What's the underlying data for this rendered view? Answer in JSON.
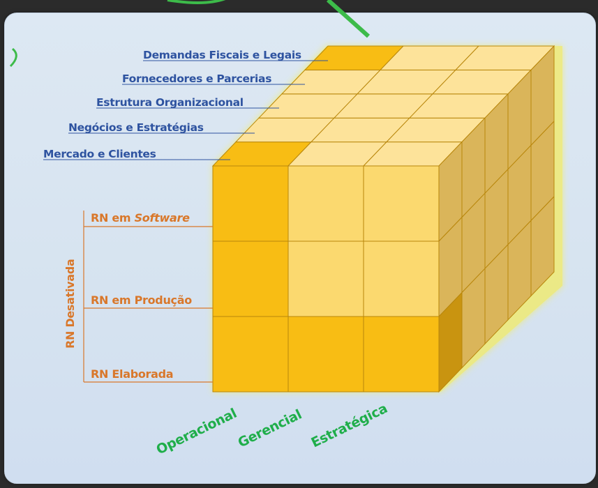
{
  "dimensions": [
    "Demandas Fiscais e Legais",
    "Fornecedores e Parcerias",
    "Estrutura Organizacional",
    "Negócios e Estratégias",
    "Mercado e Clientes"
  ],
  "states": {
    "software_prefix": "RN em ",
    "software_italic": "Software",
    "producao": "RN em Produção",
    "elaborada": "RN Elaborada",
    "desativada": "RN Desativada"
  },
  "levels": [
    "Operacional",
    "Gerencial",
    "Estratégica"
  ],
  "colors": {
    "gold": "#f8bd14",
    "gold_dark": "#d79a06",
    "pale": "#fbd96f",
    "pale_top": "#fde39a",
    "side_pale": "#dab55a",
    "side_gold": "#c99410",
    "dimension_text": "#2e53a0",
    "state_text": "#d9772a",
    "level_text": "#1fae4a"
  }
}
